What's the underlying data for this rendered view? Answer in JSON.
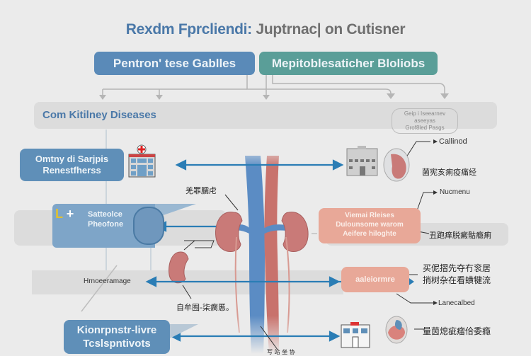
{
  "title": {
    "part1": "Rexdm Fprcliendi:",
    "part2": "Juptrnac| on Cutisner"
  },
  "top_boxes": [
    {
      "label": "Pentron' tese Gablles",
      "color": "#5a8ab8"
    },
    {
      "label": "Mepitoblesaticher Bloliobs",
      "color": "#5a9e98"
    }
  ],
  "section": {
    "label": "Com Kitilney Diseases",
    "pill_line1": "Geip i Iseearnev aseeyas",
    "pill_line2": "Grof8led Pasgs"
  },
  "left_boxes": [
    {
      "line1": "Omtny di Sarjpis",
      "line2": "Renestfherss"
    },
    {
      "line1": "Satteolce",
      "line2": "Pheofone"
    },
    {
      "line1": "Kionrpnstr-livre",
      "line2": "Tcslspntivots"
    }
  ],
  "left_band_label": "Hrnoeeramage",
  "right_boxes": [
    {
      "line1": "Viemai Rleises",
      "line2": "Dulounsome warom",
      "line3": "Aeifere hiloghte"
    },
    {
      "line1": "aaleiormre"
    }
  ],
  "annotations": {
    "callout_top": "Callinod",
    "right_cjk_1": "菌宪亥痢疫痛经",
    "callout_mid": "Nucmenu",
    "right_cjk_2": "丑跑痒脱癜骷瘾痢",
    "right_cjk_3a": "买伲摺先夺冇衮居",
    "right_cjk_3b": "捎树杂在看蟥犍流",
    "callout_low": "Lanecalbed",
    "right_cjk_4": "量茵熄疵瘤佮委瘾",
    "kidney_label_top": "羌罪臑虍",
    "kidney_label_bottom": "自牟囿-柒瘸慝。",
    "bottom_label": "写 站 坐 协"
  },
  "colors": {
    "arrow_blue": "#2a7db5",
    "vein_blue": "#5b8cc4",
    "artery_red": "#c8726c",
    "kidney": "#c97a78"
  }
}
